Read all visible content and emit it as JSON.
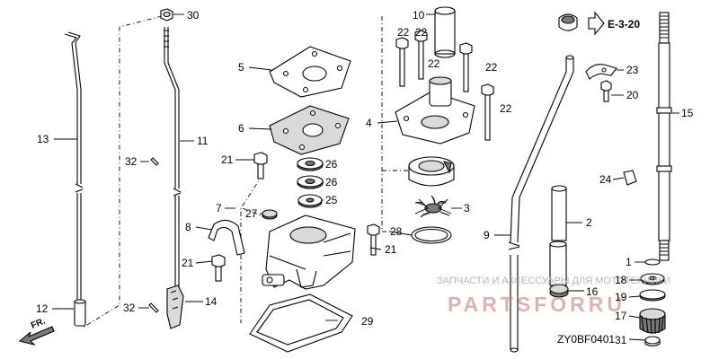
{
  "callouts": {
    "c1": "1",
    "c2": "2",
    "c3": "3",
    "c4": "4",
    "c5": "5",
    "c6": "6",
    "c7": "7",
    "c8": "8",
    "c9": "9",
    "c10": "10",
    "c11": "11",
    "c12": "12",
    "c13": "13",
    "c14": "14",
    "c15": "15",
    "c16": "16",
    "c17": "17",
    "c18": "18",
    "c19": "19",
    "c20": "20",
    "c21a": "21",
    "c21b": "21",
    "c21c": "21",
    "c22a": "22",
    "c22b": "22",
    "c22c": "22",
    "c22d": "22",
    "c22e": "22",
    "c23": "23",
    "c24": "24",
    "c25": "25",
    "c26a": "26",
    "c26b": "26",
    "c27": "27",
    "c28": "28",
    "c29": "29",
    "c30": "30",
    "c31": "31",
    "c32a": "32",
    "c32b": "32"
  },
  "reference": "E-3-20",
  "front_marker": "FR.",
  "drawing_code": "ZY0BF0401",
  "watermark": {
    "line1": "ЗАПЧАСТИ И АКСЕССУАРЫ ДЛЯ МОТОТЕХНИКИ",
    "brand": "PARTSFORRU"
  },
  "colors": {
    "line": "#000000",
    "watermark_text": "#b8b8b8",
    "watermark_brand": "#c98a8a"
  }
}
